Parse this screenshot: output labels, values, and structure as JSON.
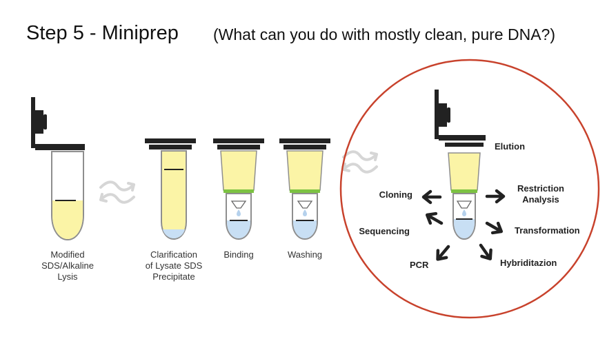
{
  "header": {
    "title": "Step 5 - Miniprep",
    "subtitle": "(What can you do with mostly clean, pure DNA?)"
  },
  "steps": [
    {
      "label_lines": [
        "Modified",
        "SDS/Alkaline",
        "Lysis"
      ]
    },
    {
      "label_lines": [
        "Clarification",
        "of Lysate SDS",
        "Precipitate"
      ]
    },
    {
      "label_lines": [
        "Binding"
      ]
    },
    {
      "label_lines": [
        "Washing"
      ]
    }
  ],
  "elution": {
    "label": "Elution",
    "applications": {
      "cloning": "Cloning",
      "restriction": [
        "Restriction",
        "Analysis"
      ],
      "sequencing": "Sequencing",
      "transformation": "Transformation",
      "pcr": "PCR",
      "hybridization": "Hybriditazion"
    }
  },
  "colors": {
    "lysate": "#fbf4a6",
    "liquid": "#c8dff4",
    "green_band": "#7cc242",
    "cap": "#222222",
    "outline": "#8e8e8e",
    "circle": "#c8422c",
    "cycle_arrow": "#d6d6d6"
  },
  "icons": {
    "exchange": "cycle-arrows-icon",
    "arrow": "bold-arrow-icon",
    "droplet": "droplet-icon"
  }
}
